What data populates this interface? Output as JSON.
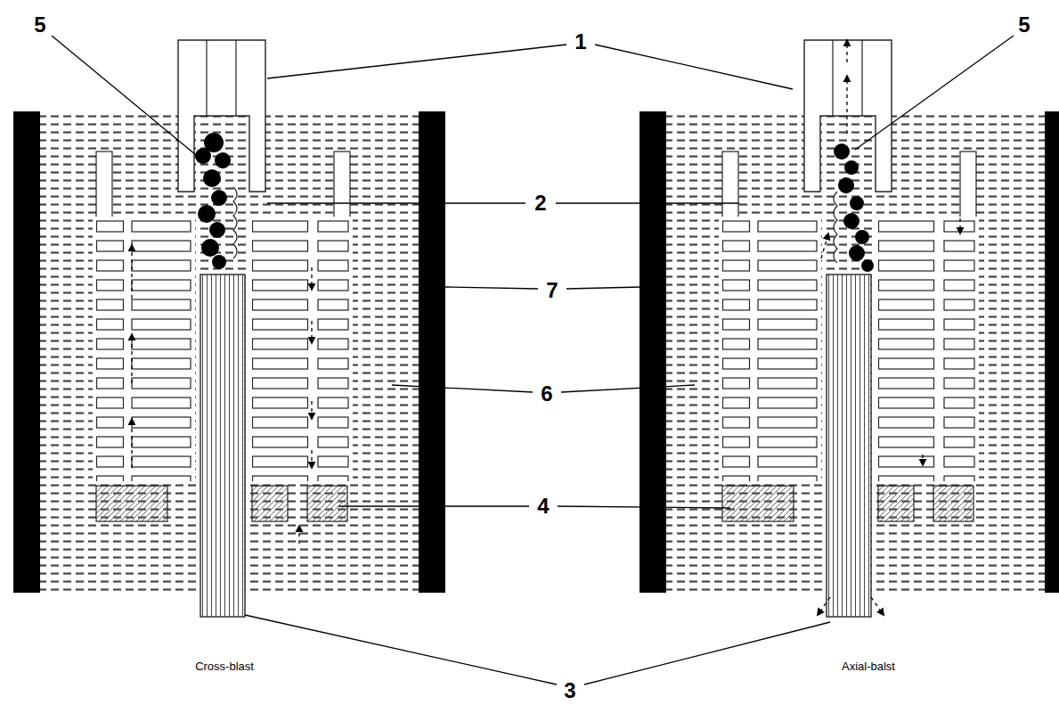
{
  "diagram": {
    "labels": [
      "5",
      "1",
      "5",
      "2",
      "7",
      "6",
      "4",
      "Cross-blast",
      "Axial-balst",
      "3"
    ]
  }
}
